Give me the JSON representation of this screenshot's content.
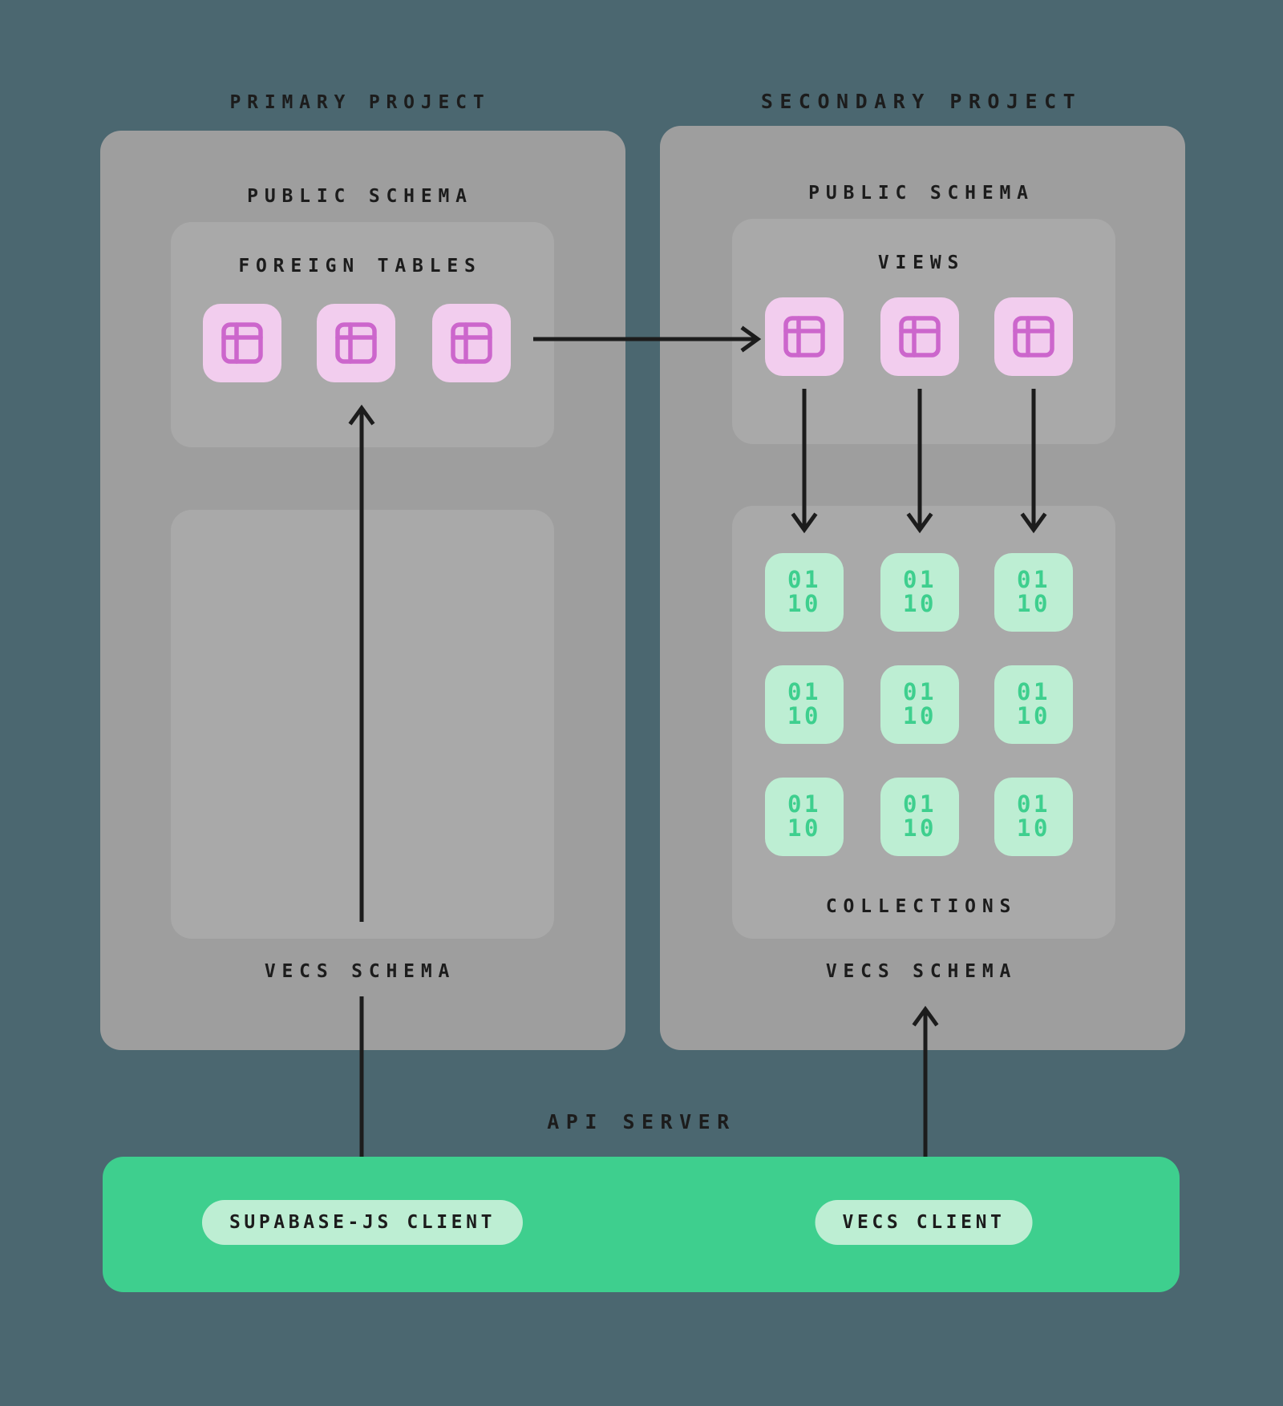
{
  "diagram": {
    "title": "Supabase vecs federated projects architecture",
    "background_color": "#4b6770"
  },
  "colors": {
    "background": "#4b6770",
    "panel": "#9e9e9e",
    "inner_panel": "#a9a9a9",
    "table_tile": "#f2cdee",
    "table_glyph": "#cc66cc",
    "collection_tile": "#bdeed3",
    "collection_text": "#3ecf8e",
    "api_bar": "#3ecf8e",
    "pill": "#bdeed3",
    "text": "#1c1c1c",
    "arrow": "#1c1c1c"
  },
  "primary_project": {
    "title": "PRIMARY PROJECT",
    "public_schema_label": "PUBLIC SCHEMA",
    "vecs_schema_label": "VECS SCHEMA",
    "foreign_tables": {
      "label": "FOREIGN TABLES",
      "icon": "table-icon",
      "items": [
        {
          "name": "foreign-table-1"
        },
        {
          "name": "foreign-table-2"
        },
        {
          "name": "foreign-table-3"
        }
      ]
    },
    "vecs_panel_empty": true
  },
  "secondary_project": {
    "title": "SECONDARY PROJECT",
    "public_schema_label": "PUBLIC SCHEMA",
    "vecs_schema_label": "VECS SCHEMA",
    "views": {
      "label": "VIEWS",
      "icon": "table-icon",
      "items": [
        {
          "name": "view-1"
        },
        {
          "name": "view-2"
        },
        {
          "name": "view-3"
        }
      ]
    },
    "collections": {
      "label": "COLLECTIONS",
      "icon": "binary-icon",
      "tile_lines": [
        "01",
        "10"
      ],
      "rows": 3,
      "cols": 3,
      "count": 9
    }
  },
  "api_server": {
    "label": "API SERVER",
    "clients": [
      {
        "name": "supabase-js-client",
        "label": "SUPABASE-JS CLIENT"
      },
      {
        "name": "vecs-client",
        "label": "VECS CLIENT"
      }
    ]
  },
  "arrows": [
    {
      "name": "arrow-foreign-tables-to-views",
      "direction": "right"
    },
    {
      "name": "arrow-vecs-to-foreign-tables",
      "direction": "up"
    },
    {
      "name": "arrow-view-1-to-collection-1",
      "direction": "down"
    },
    {
      "name": "arrow-view-2-to-collection-2",
      "direction": "down"
    },
    {
      "name": "arrow-view-3-to-collection-3",
      "direction": "down"
    },
    {
      "name": "arrow-supabase-js-client-to-primary",
      "direction": "up"
    },
    {
      "name": "arrow-vecs-client-to-secondary",
      "direction": "up"
    }
  ]
}
